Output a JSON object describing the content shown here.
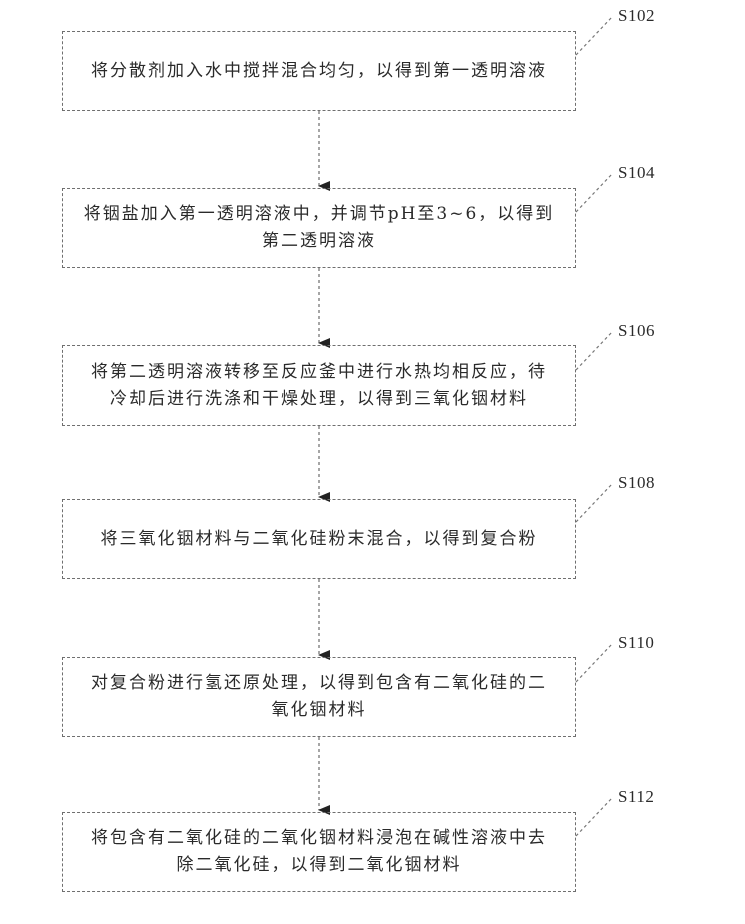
{
  "steps": [
    {
      "id": "S102",
      "text": "将分散剂加入水中搅拌混合均匀，以得到第一透明溶液"
    },
    {
      "id": "S104",
      "text": "将铟盐加入第一透明溶液中，并调节pH至3~6，以得到\n第二透明溶液"
    },
    {
      "id": "S106",
      "text": "将第二透明溶液转移至反应釜中进行水热均相反应，待\n冷却后进行洗涤和干燥处理，以得到三氧化铟材料"
    },
    {
      "id": "S108",
      "text": "将三氧化铟材料与二氧化硅粉末混合，以得到复合粉"
    },
    {
      "id": "S110",
      "text": "对复合粉进行氢还原处理，以得到包含有二氧化硅的二\n氧化铟材料"
    },
    {
      "id": "S112",
      "text": "将包含有二氧化硅的二氧化铟材料浸泡在碱性溶液中去\n除二氧化硅，以得到二氧化铟材料"
    }
  ]
}
